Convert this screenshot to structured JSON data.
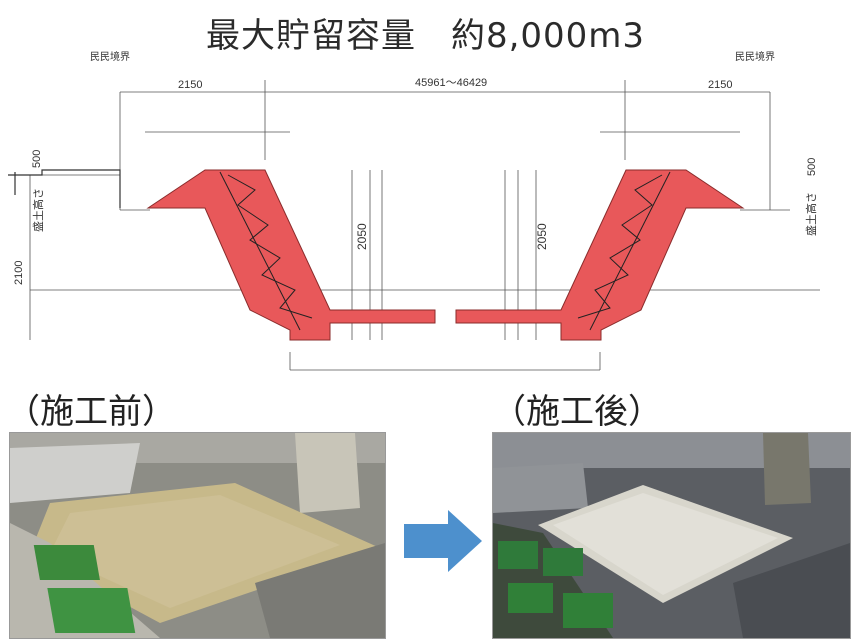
{
  "title": "最大貯留容量　約8,000m3",
  "section": {
    "left_boundary": "民民境界",
    "right_boundary": "民民境界",
    "left_width": "2150",
    "right_width": "2150",
    "span": "45961～46429",
    "left_depth": "2050",
    "right_depth": "2050",
    "left_edge_height": "2100",
    "left_mound_height": "500",
    "right_mound_height": "500",
    "left_mound_label": "盛土高さ",
    "right_mound_label": "盛土高さ",
    "fill_color": "#e8585a"
  },
  "before": {
    "caption": "（施工前）"
  },
  "after": {
    "caption": "（施工後）"
  },
  "arrow_color": "#4d90cd"
}
